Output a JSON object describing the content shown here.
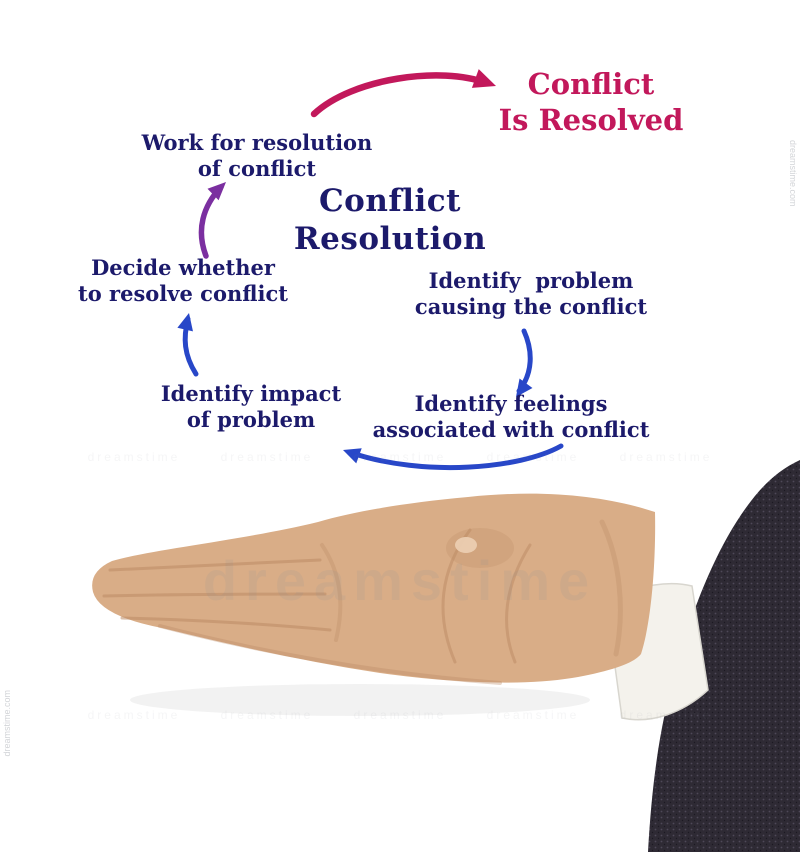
{
  "colors": {
    "navy": "#1c1a6b",
    "crimson": "#c2185b",
    "purple": "#7b2fa0",
    "blue": "#2847c8",
    "skin": "#d9ad87",
    "skin_shade": "#bb8a64",
    "nail": "#eccfb4",
    "sleeve": "#2e2a34",
    "sleeve_fleck_light": "#4e4858",
    "sleeve_fleck_dark": "#1c1922",
    "cuff": "#f4f2ec",
    "watermark": "#8a8f98"
  },
  "watermark": {
    "big": "dreamstime",
    "row": "dreamstime dreamstime dreamstime dreamstime dreamstime",
    "side": "dreamstime.com"
  },
  "diagram": {
    "title": {
      "line1": "Conflict",
      "line2": "Resolution"
    },
    "nodes": {
      "resolved": {
        "line1": "Conflict",
        "line2": "Is Resolved"
      },
      "work": {
        "line1": "Work for resolution",
        "line2": "of conflict"
      },
      "decide": {
        "line1": "Decide whether",
        "line2": "to resolve conflict"
      },
      "impact": {
        "line1": "Identify impact",
        "line2": "of problem"
      },
      "problem": {
        "line1": "Identify  problem",
        "line2": "causing the conflict"
      },
      "feelings": {
        "line1": "Identify feelings",
        "line2": "associated with conflict"
      }
    }
  }
}
